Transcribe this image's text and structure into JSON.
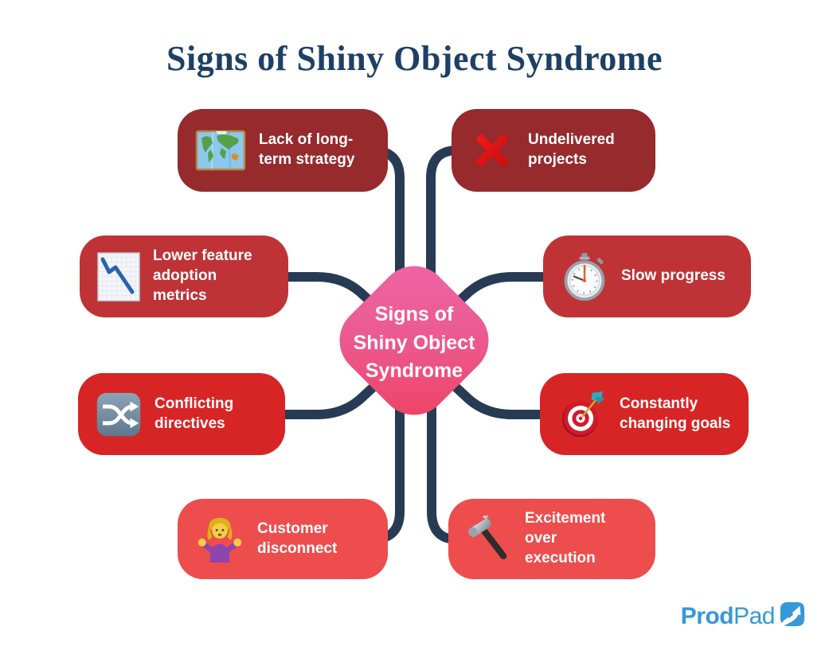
{
  "page": {
    "title": "Signs of Shiny Object Syndrome",
    "title_color": "#1e4066",
    "background": "#ffffff"
  },
  "center": {
    "lines": [
      "Signs of",
      "Shiny Object",
      "Syndrome"
    ],
    "gradient_start": "#ee66a4",
    "gradient_end": "#ee4160",
    "text_color": "#ffffff"
  },
  "connector_color": "#273b55",
  "nodes": [
    {
      "id": "lack-of-long-term-strategy",
      "label": "Lack of long-term strategy",
      "icon": "world-map-icon",
      "color": "#962a2d",
      "position": "top-left"
    },
    {
      "id": "undelivered-projects",
      "label": "Undelivered projects",
      "icon": "cross-mark-icon",
      "color": "#962a2d",
      "position": "top-right"
    },
    {
      "id": "lower-feature-adoption-metrics",
      "label": "Lower feature adoption metrics",
      "icon": "chart-decreasing-icon",
      "color": "#bf3336",
      "position": "middle-left-upper"
    },
    {
      "id": "slow-progress",
      "label": "Slow progress",
      "icon": "stopwatch-icon",
      "color": "#bf3336",
      "position": "middle-right-upper"
    },
    {
      "id": "conflicting-directives",
      "label": "Conflicting directives",
      "icon": "shuffle-icon",
      "color": "#d72425",
      "position": "middle-left-lower"
    },
    {
      "id": "constantly-changing-goals",
      "label": "Constantly changing goals",
      "icon": "direct-hit-icon",
      "color": "#d72425",
      "position": "middle-right-lower"
    },
    {
      "id": "customer-disconnect",
      "label": "Customer disconnect",
      "icon": "person-shrugging-icon",
      "color": "#ee4d4d",
      "position": "bottom-left"
    },
    {
      "id": "excitement-over-execution",
      "label": "Excitement over execution",
      "icon": "hammer-icon",
      "color": "#ee4d4d",
      "position": "bottom-right"
    }
  ],
  "brand": {
    "name_bold": "Prod",
    "name_regular": "Pad",
    "color": "#3598d8",
    "logo_icon": "arrow-up-right-icon"
  }
}
